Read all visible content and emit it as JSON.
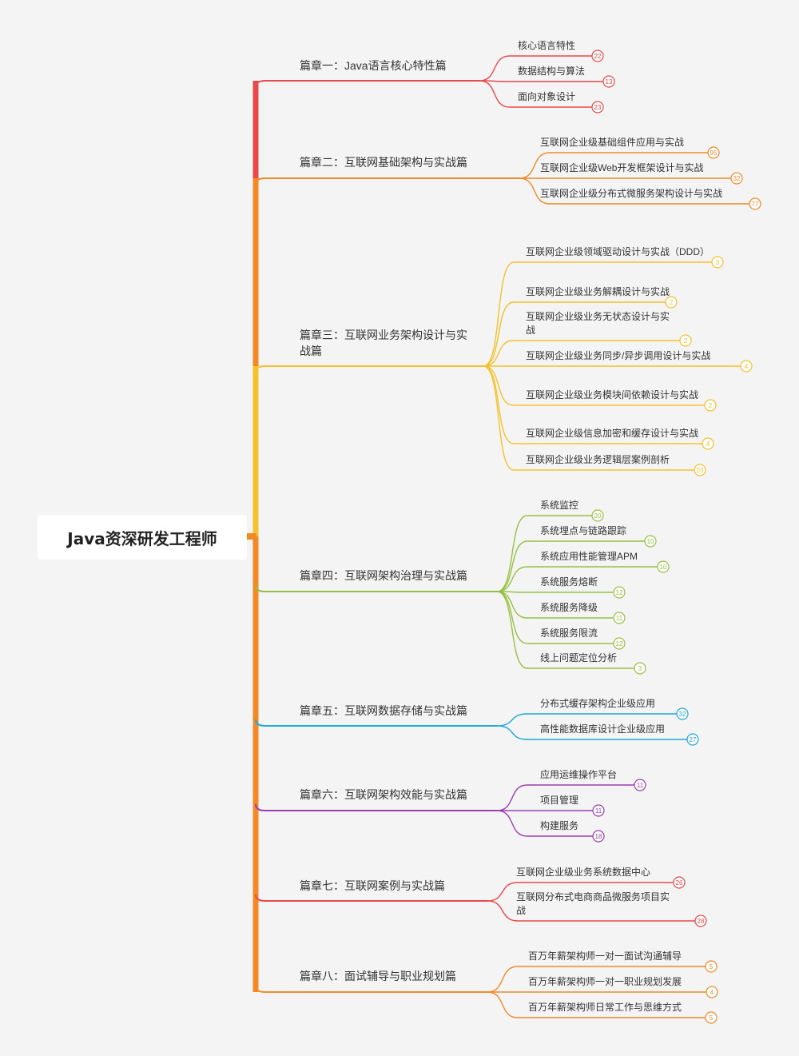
{
  "root": {
    "title": "Java资深研发工程师"
  },
  "chapters": [
    {
      "id": "ch1",
      "label": "篇章一：Java语言核心特性篇",
      "color": "#e84a4a",
      "children": [
        {
          "label": "核心语言特性",
          "count": "22"
        },
        {
          "label": "数据结构与算法",
          "count": "13"
        },
        {
          "label": "面向对象设计",
          "count": "23"
        }
      ]
    },
    {
      "id": "ch2",
      "label": "篇章二：互联网基础架构与实战篇",
      "color": "#f28a2a",
      "children": [
        {
          "label": "互联网企业级基础组件应用与实战",
          "count": "95"
        },
        {
          "label": "互联网企业级Web开发框架设计与实战",
          "count": "32"
        },
        {
          "label": "互联网企业级分布式微服务架构设计与实战",
          "count": "77"
        }
      ]
    },
    {
      "id": "ch3",
      "label": "篇章三：互联网业务架构设计与实战篇",
      "color": "#f6c12e",
      "children": [
        {
          "label": "互联网企业级领域驱动设计与实战（DDD）",
          "count": "3"
        },
        {
          "label": "互联网企业级业务解耦设计与实战",
          "count": "2"
        },
        {
          "label": "互联网企业级业务无状态设计与实战",
          "count": "2"
        },
        {
          "label": "互联网企业级业务同步/异步调用设计与实战",
          "count": "4"
        },
        {
          "label": "互联网企业级业务模块间依赖设计与实战",
          "count": "2"
        },
        {
          "label": "互联网企业级信息加密和缓存设计与实战",
          "count": "4"
        },
        {
          "label": "互联网企业级业务逻辑层案例剖析",
          "count": "23"
        }
      ]
    },
    {
      "id": "ch4",
      "label": "篇章四：互联网架构治理与实战篇",
      "color": "#97c044",
      "children": [
        {
          "label": "系统监控",
          "count": "20"
        },
        {
          "label": "系统埋点与链路跟踪",
          "count": "10"
        },
        {
          "label": "系统应用性能管理APM",
          "count": "10"
        },
        {
          "label": "系统服务熔断",
          "count": "12"
        },
        {
          "label": "系统服务降级",
          "count": "11"
        },
        {
          "label": "系统服务限流",
          "count": "12"
        },
        {
          "label": "线上问题定位分析",
          "count": "3"
        }
      ]
    },
    {
      "id": "ch5",
      "label": "篇章五：互联网数据存储与实战篇",
      "color": "#1fa8d8",
      "children": [
        {
          "label": "分布式缓存架构企业级应用",
          "count": "32"
        },
        {
          "label": "高性能数据库设计企业级应用",
          "count": "27"
        }
      ]
    },
    {
      "id": "ch6",
      "label": "篇章六：互联网架构效能与实战篇",
      "color": "#9a3fb0",
      "children": [
        {
          "label": "应用运维操作平台",
          "count": "11"
        },
        {
          "label": "项目管理",
          "count": "11"
        },
        {
          "label": "构建服务",
          "count": "18"
        }
      ]
    },
    {
      "id": "ch7",
      "label": "篇章七：互联网案例与实战篇",
      "color": "#e84a4a",
      "children": [
        {
          "label": "互联网企业级业务系统数据中心",
          "count": "26"
        },
        {
          "label": "互联网分布式电商商品微服务项目实战",
          "count": "28"
        }
      ]
    },
    {
      "id": "ch8",
      "label": "篇章八：面试辅导与职业规划篇",
      "color": "#f28a2a",
      "children": [
        {
          "label": "百万年薪架构师一对一面试沟通辅导",
          "count": "5"
        },
        {
          "label": "百万年薪架构师一对一职业规划发展",
          "count": "4"
        },
        {
          "label": "百万年薪架构师日常工作与思维方式",
          "count": "5"
        }
      ]
    }
  ]
}
